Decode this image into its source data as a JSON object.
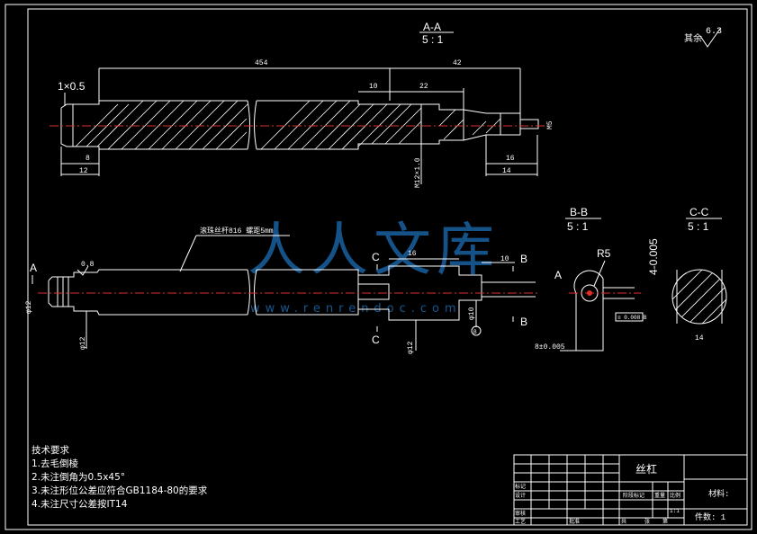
{
  "drawing": {
    "section_aa": {
      "title": "A-A",
      "scale": "5 : 1"
    },
    "section_bb": {
      "title": "B-B",
      "scale": "5 : 1"
    },
    "section_cc": {
      "title": "C-C",
      "scale": "5 : 1"
    },
    "roughness_other": "其余",
    "roughness_value": "6.3",
    "chamfer": "1×0.5",
    "dimensions": {
      "d454": "454",
      "d42": "42",
      "d10a": "10",
      "d22": "22",
      "d8": "8",
      "d12": "12",
      "d16a": "16",
      "d14a": "14",
      "m5": "M5",
      "m12": "M12×1.0",
      "phi12a": "φ12",
      "phi12b": "φ12",
      "phi12c": "φ12",
      "phi10": "φ10",
      "d16b": "16",
      "d10b": "10",
      "r5": "R5",
      "dev4": "4-0.005",
      "dev8": "8±0.005",
      "d14b": "14",
      "angle": "0.8"
    },
    "callout_thread": "滚珠丝杆816 螺距5mm",
    "labels": {
      "A1": "A",
      "A2": "A",
      "B1": "B",
      "B2": "B",
      "C1": "C",
      "C2": "C"
    },
    "datum": "B",
    "tolerance_frame": "≡ 0.008 B"
  },
  "notes": {
    "title": "技术要求",
    "items": [
      "1.去毛倒棱",
      "2.未注倒角为0.5x45°",
      "3.未注形位公差应符合GB1184-80的要求",
      "4.未注尺寸公差按IT14"
    ]
  },
  "title_block": {
    "part_name": "丝杠",
    "material_label": "材料:",
    "qty_label": "件数: 1",
    "rows": [
      "标记",
      "设计",
      "审核",
      "工艺"
    ],
    "stage_marks": "阶段标记",
    "weight": "重量",
    "scale": "比例",
    "scale_value": "1:1",
    "total": "共",
    "sheet": "张",
    "page": "第",
    "approve": "批准"
  },
  "watermark": {
    "text": "人人文库",
    "url": "www.renrendoc.com"
  }
}
